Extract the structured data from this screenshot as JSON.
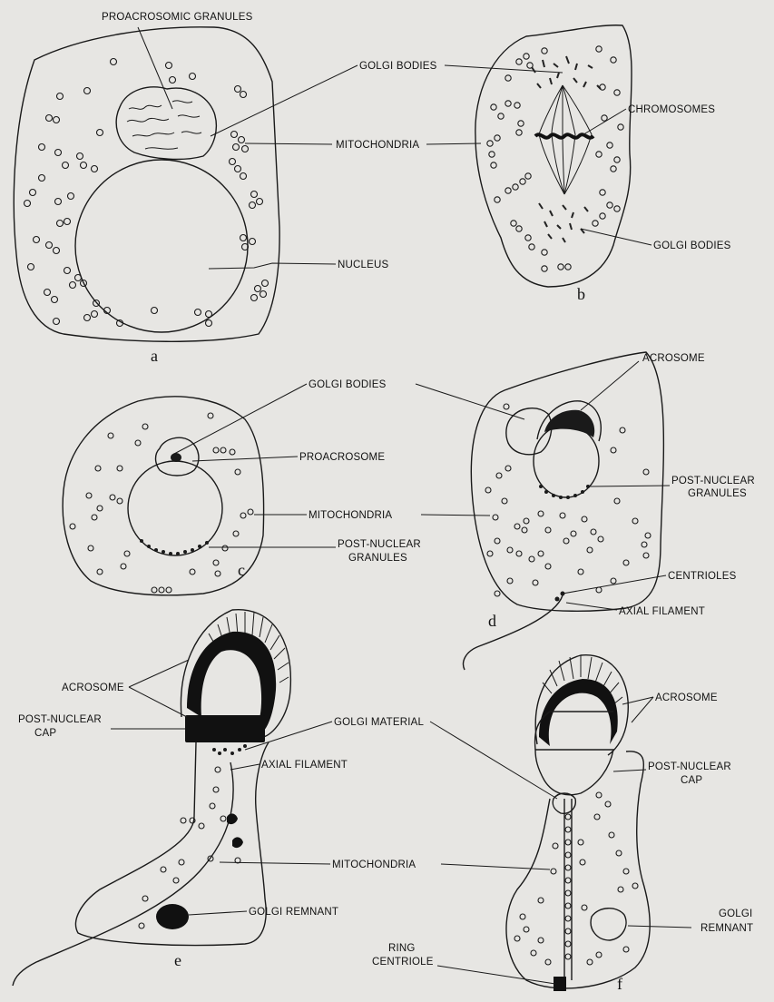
{
  "labels": {
    "proacrosomic_granules": "PROACROSOMIC GRANULES",
    "golgi_bodies_a": "GOLGI BODIES",
    "chromosomes": "CHROMOSOMES",
    "mitochondria_a": "MITOCHONDRIA",
    "golgi_bodies_b": "GOLGI BODIES",
    "nucleus": "NUCLEUS",
    "golgi_bodies_c": "GOLGI  BODIES",
    "acrosome_d": "ACROSOME",
    "proacrosome": "PROACROSOME",
    "post_nuclear_granules_d_1": "POST-NUCLEAR",
    "post_nuclear_granules_d_2": "GRANULES",
    "mitochondria_c": "MITOCHONDRIA",
    "post_nuclear_granules_c_1": "POST-NUCLEAR",
    "post_nuclear_granules_c_2": "GRANULES",
    "centrioles": "CENTRIOLES",
    "axial_filament_d": "AXIAL FILAMENT",
    "acrosome_e": "ACROSOME",
    "acrosome_f": "ACROSOME",
    "post_nuclear_cap_e_1": "POST-NUCLEAR",
    "post_nuclear_cap_e_2": "CAP",
    "golgi_material": "GOLGI MATERIAL",
    "post_nuclear_cap_f_1": "POST-NUCLEAR",
    "post_nuclear_cap_f_2": "CAP",
    "axial_filament_e": "AXIAL FILAMENT",
    "mitochondria_e": "MITOCHONDRIA",
    "golgi_remnant_e": "GOLGI REMNANT",
    "ring_centriole_1": "RING",
    "ring_centriole_2": "CENTRIOLE",
    "golgi_remnant_f_1": "GOLGI",
    "golgi_remnant_f_2": "REMNANT"
  },
  "panels": {
    "a": "a",
    "b": "b",
    "c": "c",
    "d": "d",
    "e": "e",
    "f": "f"
  }
}
